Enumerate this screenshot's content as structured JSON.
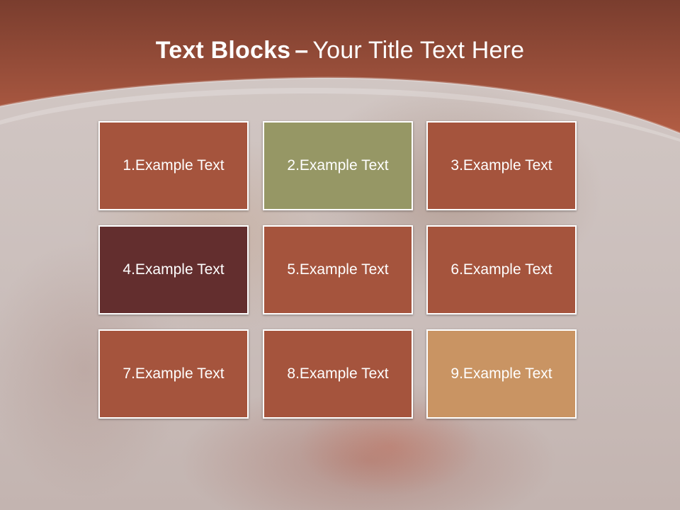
{
  "title": {
    "bold": "Text Blocks",
    "dash": "–",
    "rest": "Your Title Text Here"
  },
  "colors": {
    "header_top": "#7a3d2e",
    "header_bottom": "#b25d44",
    "brick": "#a5543d",
    "olive": "#969765",
    "maroon": "#632e2e",
    "tan": "#c99463"
  },
  "blocks": [
    {
      "label": "1.Example Text",
      "color": "#a5543d"
    },
    {
      "label": "2.Example Text",
      "color": "#969765"
    },
    {
      "label": "3.Example Text",
      "color": "#a5543d"
    },
    {
      "label": "4.Example Text",
      "color": "#632e2e"
    },
    {
      "label": "5.Example Text",
      "color": "#a5543d"
    },
    {
      "label": "6.Example Text",
      "color": "#a5543d"
    },
    {
      "label": "7.Example Text",
      "color": "#a5543d"
    },
    {
      "label": "8.Example Text",
      "color": "#a5543d"
    },
    {
      "label": "9.Example Text",
      "color": "#c99463"
    }
  ]
}
